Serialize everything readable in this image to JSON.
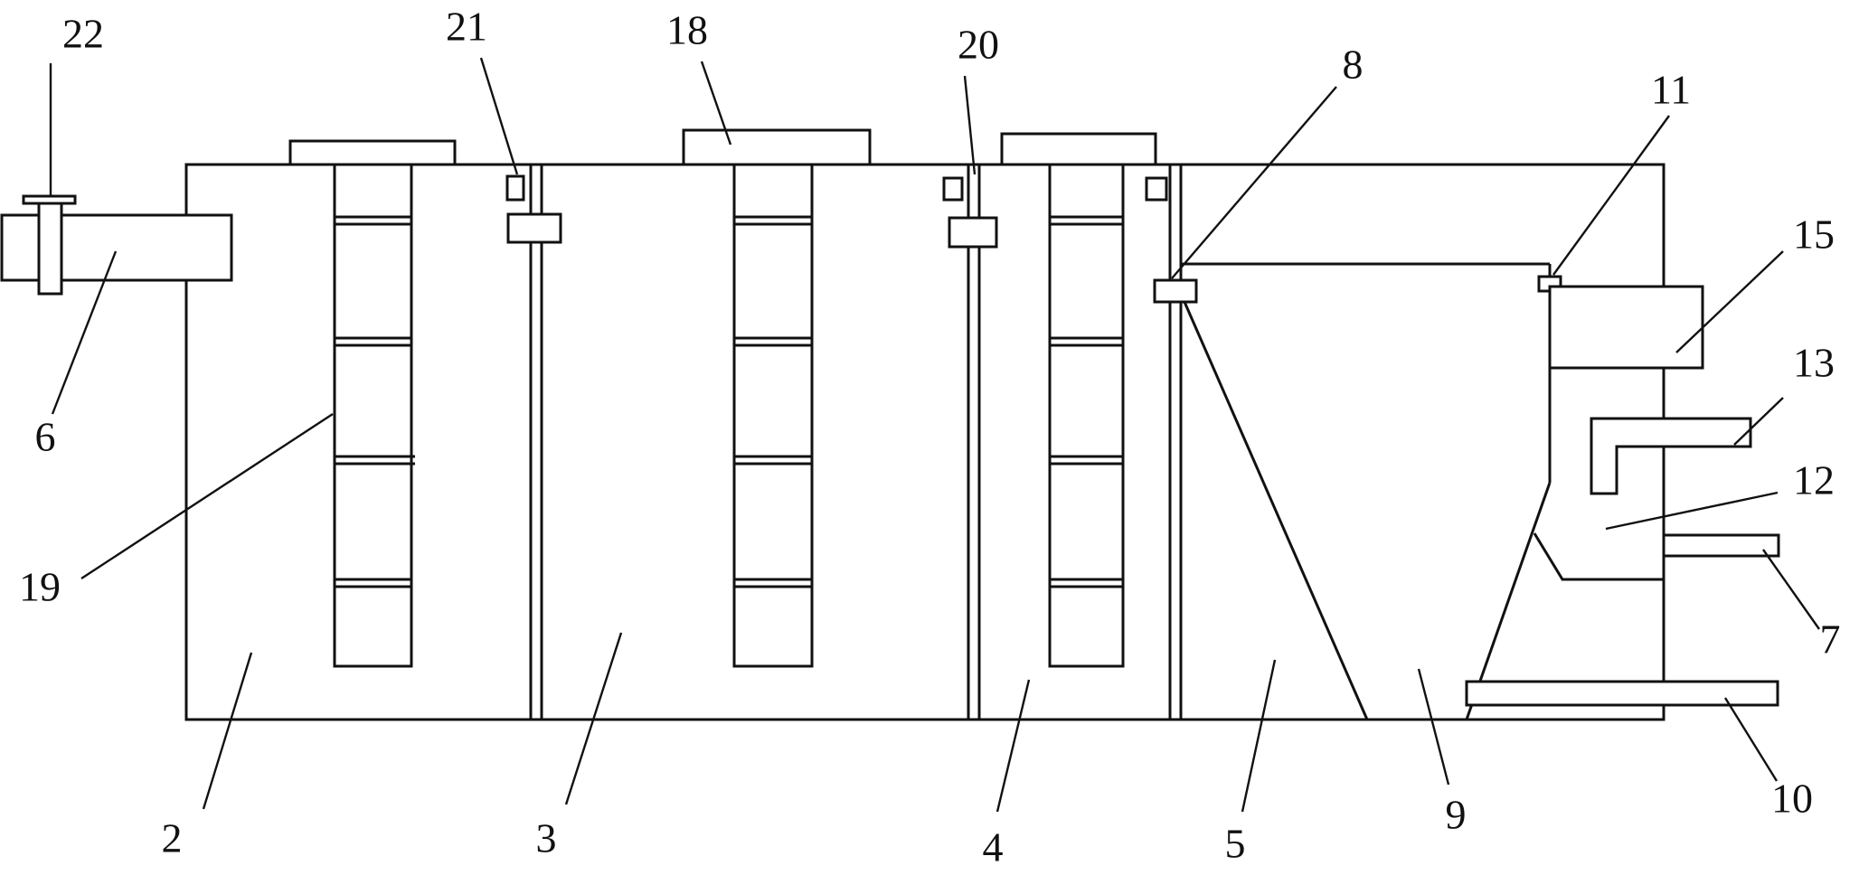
{
  "labels": {
    "l2": "2",
    "l3": "3",
    "l4": "4",
    "l5": "5",
    "l6": "6",
    "l7": "7",
    "l8": "8",
    "l9": "9",
    "l10": "10",
    "l11": "11",
    "l12": "12",
    "l13": "13",
    "l15": "15",
    "l18": "18",
    "l19": "19",
    "l20": "20",
    "l21": "21",
    "l22": "22"
  }
}
